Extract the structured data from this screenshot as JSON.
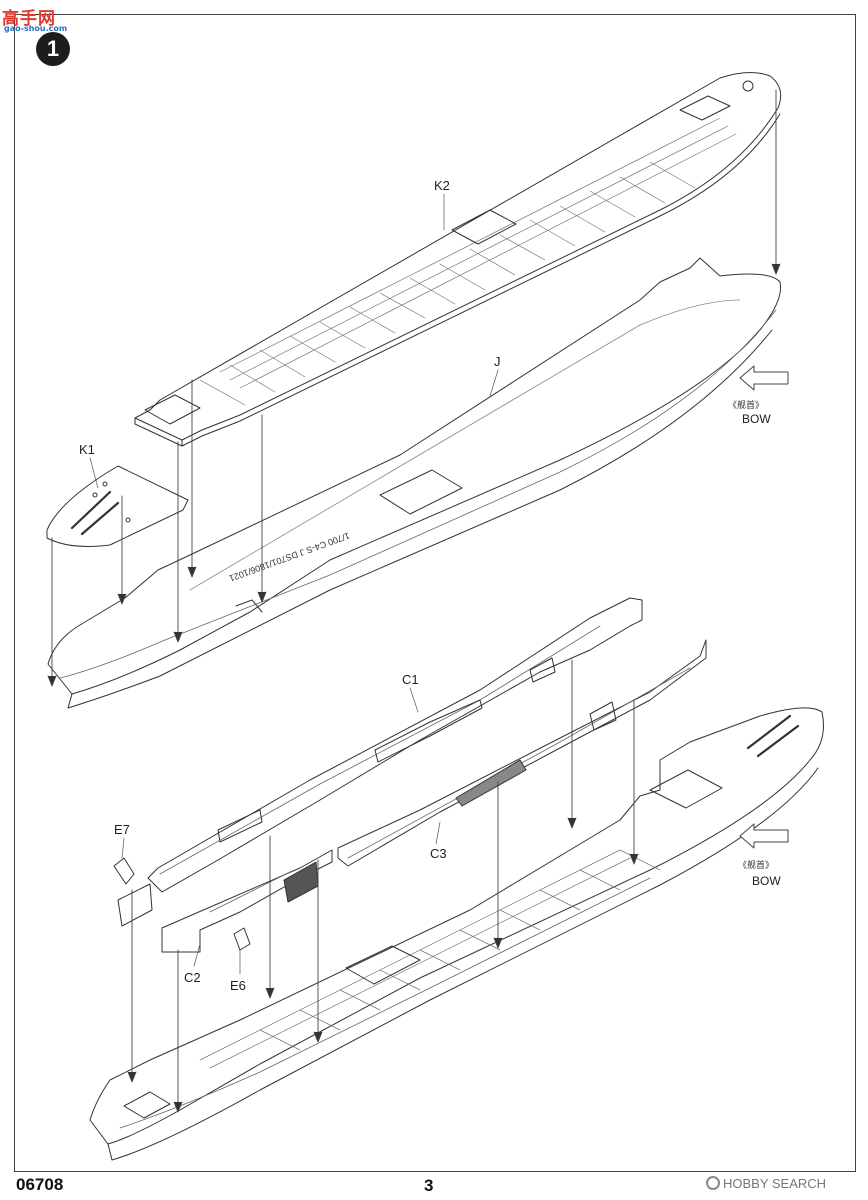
{
  "watermark": {
    "title": "高手网",
    "subtitle": "gao-shou.com"
  },
  "step": {
    "number": "1"
  },
  "part_labels": {
    "k2": "K2",
    "j": "J",
    "k1": "K1",
    "c1": "C1",
    "c3": "C3",
    "e7": "E7",
    "c2": "C2",
    "e6": "E6"
  },
  "bow_markers": [
    {
      "chinese": "《舰首》",
      "english": "BOW"
    },
    {
      "chinese": "《舰首》",
      "english": "BOW"
    }
  ],
  "hull_marking": "1/700 C4-S J  DS701/1806/1021",
  "footer": {
    "product_code": "06708",
    "page_number": "3",
    "site_credit": "HOBBY SEARCH"
  }
}
